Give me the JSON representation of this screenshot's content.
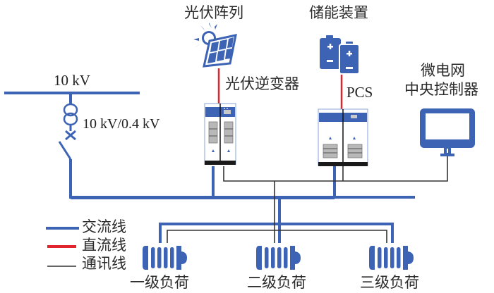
{
  "title": "微电网结构示意图",
  "labels": {
    "pv_array": "光伏阵列",
    "storage": "储能装置",
    "bus_10kv": "10 kV",
    "transformer": "10 kV/0.4 kV",
    "pv_inverter": "光伏逆变器",
    "pcs": "PCS",
    "controller_line1": "微电网",
    "controller_line2": "中央控制器"
  },
  "legend": {
    "items": [
      {
        "label": "交流线",
        "color": "#3d63b4"
      },
      {
        "label": "直流线",
        "color": "#e0252f"
      },
      {
        "label": "通讯线",
        "color": "#333333"
      }
    ]
  },
  "loads": [
    {
      "label": "一级负荷"
    },
    {
      "label": "二级负荷"
    },
    {
      "label": "三级负荷"
    }
  ],
  "colors": {
    "ac": "#3d63b4",
    "dc": "#e0252f",
    "comm": "#333333",
    "device_blue": "#3d63b4",
    "cabinet_gray": "#b8b8b8"
  },
  "icons": {
    "pv": "solar-panel-icon",
    "battery": "battery-icon",
    "monitor": "monitor-icon",
    "cabinet": "inverter-cabinet-icon",
    "load": "load-icon",
    "transformer": "transformer-symbol",
    "breaker": "breaker-symbol",
    "switch": "switch-symbol"
  }
}
